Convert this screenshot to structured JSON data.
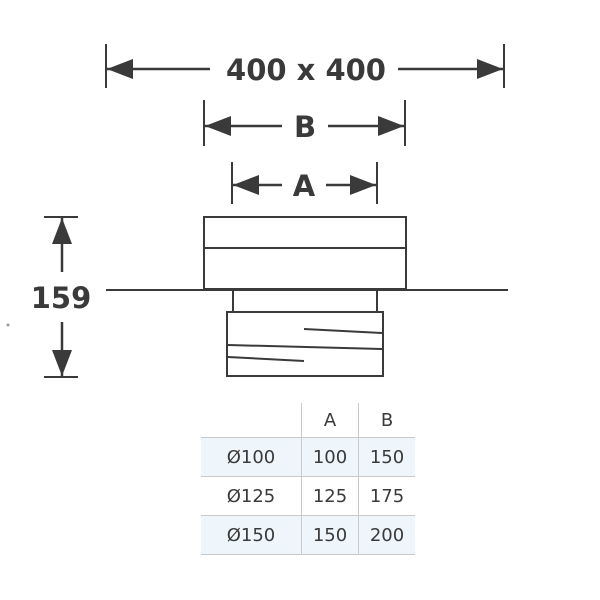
{
  "dimensions": {
    "overall_width": "400 x 400",
    "b_label": "B",
    "a_label": "A",
    "height": "159"
  },
  "table": {
    "headers": [
      "",
      "A",
      "B"
    ],
    "rows": [
      [
        "Ø100",
        "100",
        "150"
      ],
      [
        "Ø125",
        "125",
        "175"
      ],
      [
        "Ø150",
        "150",
        "200"
      ]
    ]
  },
  "colors": {
    "line": "#3a3a3a",
    "row_shade": "#eef6fb",
    "grid": "#c9c9c9"
  }
}
